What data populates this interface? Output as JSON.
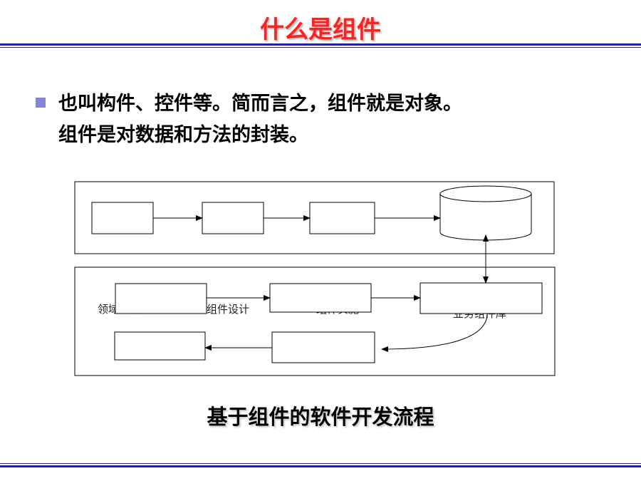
{
  "slide": {
    "title": "什么是组件",
    "bullet": {
      "line1": "也叫构件、控件等。简而言之，组件就是对象。",
      "line2": "组件是对数据和方法的封装。"
    },
    "caption": "基于组件的软件开发流程"
  },
  "diagram": {
    "lower_labels": {
      "domain_analysis": "领域分析",
      "component_design": "组件设计",
      "component_impl": "组件实施",
      "business_repo": "业务组件库"
    }
  },
  "colors": {
    "title": "#ff2020",
    "rule": "#1c1cc8",
    "bullet": "#8585d5"
  }
}
